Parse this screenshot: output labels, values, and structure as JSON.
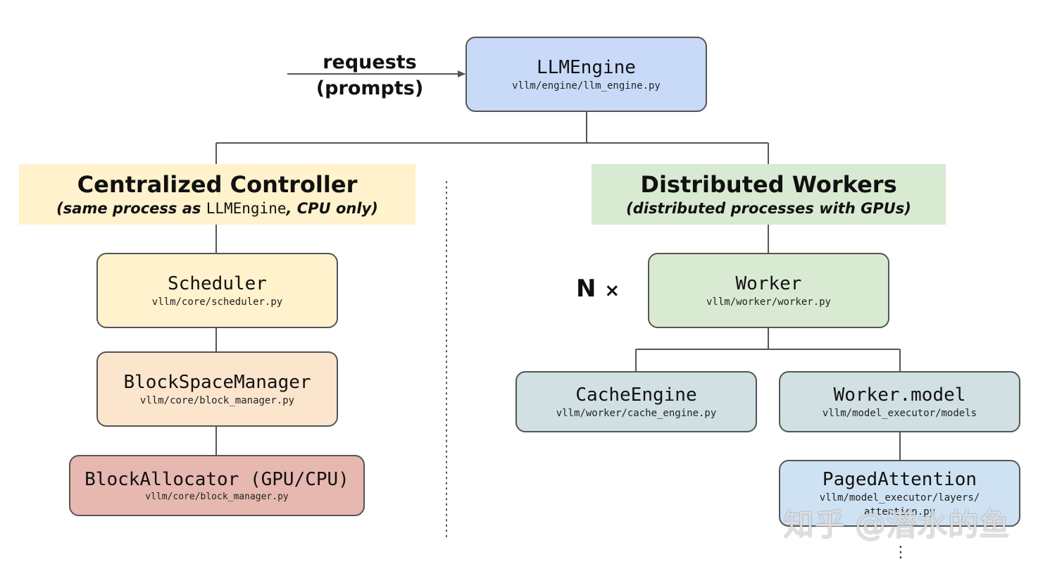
{
  "input": {
    "line1": "requests",
    "line2": "(prompts)"
  },
  "engine": {
    "title": "LLMEngine",
    "path": "vllm/engine/llm_engine.py"
  },
  "controller": {
    "title": "Centralized Controller",
    "subtitle_prefix": "(same process as ",
    "subtitle_code": "LLMEngine",
    "subtitle_suffix": ", CPU only)",
    "scheduler": {
      "title": "Scheduler",
      "path": "vllm/core/scheduler.py"
    },
    "block_space_manager": {
      "title": "BlockSpaceManager",
      "path": "vllm/core/block_manager.py"
    },
    "block_allocator": {
      "title": "BlockAllocator (GPU/CPU)",
      "path": "vllm/core/block_manager.py"
    }
  },
  "workers": {
    "title": "Distributed Workers",
    "subtitle": "(distributed processes with GPUs)",
    "multiplier": "N",
    "multiplier_symbol": "×",
    "worker": {
      "title": "Worker",
      "path": "vllm/worker/worker.py"
    },
    "cache_engine": {
      "title": "CacheEngine",
      "path": "vllm/worker/cache_engine.py"
    },
    "worker_model": {
      "title": "Worker.model",
      "path": "vllm/model_executor/models"
    },
    "paged_attention": {
      "title": "PagedAttention",
      "path_line1": "vllm/model_executor/layers/",
      "path_line2": "attention.py"
    },
    "continuation": "⋮"
  },
  "watermark": "知乎 @潜水的鱼",
  "colors": {
    "engine_fill": "#c9daf8",
    "controller_banner": "#fff2cc",
    "scheduler_fill": "#fff2cc",
    "block_space_manager_fill": "#fce5cd",
    "block_allocator_fill": "#e6b8af",
    "workers_banner": "#d9ead3",
    "worker_fill": "#d9ead3",
    "cache_engine_fill": "#d0e0e3",
    "worker_model_fill": "#d0e0e3",
    "paged_attention_fill": "#cfe2f3",
    "border": "#555555",
    "connector": "#555555"
  }
}
